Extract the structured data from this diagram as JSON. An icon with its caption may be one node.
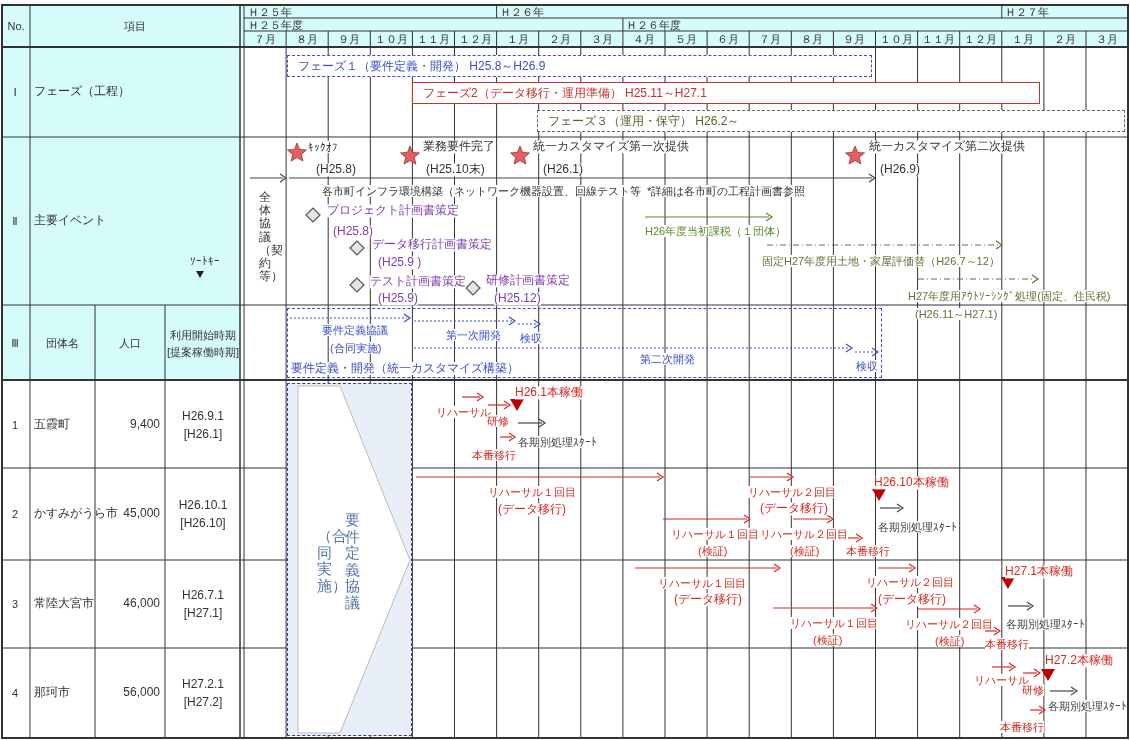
{
  "diagram": {
    "nodes": [
      {
        "text": [
          "フェーズ１（要件定義・開発） H25.8～H26.9"
        ]
      },
      {
        "text": [
          "フェーズ2（データ移行・運用準備） H25.11～H27.1"
        ]
      },
      {
        "text": [
          "フェーズ３（運用・保守） H26.2～"
        ]
      },
      {
        "text": [
          "要件定義・開発（統一カスタマイズ構築）"
        ]
      },
      {
        "text": [
          "（合同実施）",
          "要件定義協議"
        ]
      }
    ],
    "labels": [
      "No.",
      "項目",
      "Ｈ２５年",
      "Ｈ２６年",
      "Ｈ２７年",
      "Ｈ２５年度",
      "Ｈ２６年度",
      "７月",
      "８月",
      "９月",
      "１０月",
      "１１月",
      "１２月",
      "１月",
      "２月",
      "３月",
      "４月",
      "５月",
      "６月",
      "７月",
      "８月",
      "９月",
      "１０月",
      "１１月",
      "１２月",
      "１月",
      "２月",
      "３月",
      "Ⅰ",
      "フェーズ（工程）",
      "Ⅱ",
      "主要イベント",
      "ｷｯｸｵﾌ",
      "業務要件完了",
      "統一カスタマイズ第一次提供",
      "統一カスタマイズ第二次提供",
      "(H25.8)",
      "(H25.10末)",
      "(H26.1)",
      "(H26.9)",
      "全体協議（契約等）",
      "各市町インフラ環境構築（ネットワーク機器設置、回線テスト等",
      "*詳細は各市町の工程計画書参照",
      "プロジェクト計画書策定",
      "(H25.8)",
      "H26年度当初課税（１団体）",
      "データ移行計画書策定",
      "ｿｰﾄｷｰ",
      "(H25.9 )",
      "固定H27年度用土地・家屋評価替（H26.7～12）",
      "テスト計画書策定",
      "研修計画書策定",
      "(H25.9)",
      "(H25.12)",
      "H27年度用ｱｳﾄｿｰｼﾝｸﾞ処理(固定、住民税)",
      "(H26.11～H27.1)",
      "Ⅲ",
      "団体名",
      "人口",
      "利用開始時期 [提案稼働時期]",
      "要件定義協議",
      "第一次開発",
      "検収",
      "(合同実施)",
      "第二次開発",
      "検収",
      "1",
      "五霞町",
      "9,400",
      "H26.9.1 [H26.1]",
      "H26.1本稼働",
      "リハーサル",
      "研修",
      "各期別処理ｽﾀｰﾄ",
      "本番移行",
      "2",
      "かすみがうら市",
      "45,000",
      "H26.10.1 [H26.10]",
      "H26.10本稼働",
      "リハーサル１回目",
      "リハーサル２回目",
      "(データ移行)",
      "(データ移行)",
      "各期別処理ｽﾀｰﾄ",
      "リハーサル１回目",
      "リハーサル２回目",
      "(検証)",
      "(検証)",
      "本番移行",
      "3",
      "常陸大宮市",
      "46,000",
      "H26.7.1 [H27.1]",
      "H27.1本稼働",
      "リハーサル１回目",
      "リハーサル２回目",
      "(データ移行)",
      "(データ移行)",
      "リハーサル１回目",
      "リハーサル２回目",
      "各期別処理ｽﾀｰﾄ",
      "(検証)",
      "(検証)",
      "本番移行",
      "4",
      "那珂市",
      "56,000",
      "H27.2.1 [H27.2]",
      "H27.2本稼働",
      "リハーサル",
      "研修",
      "各期別処理ｽﾀｰﾄ",
      "本番移行"
    ]
  }
}
